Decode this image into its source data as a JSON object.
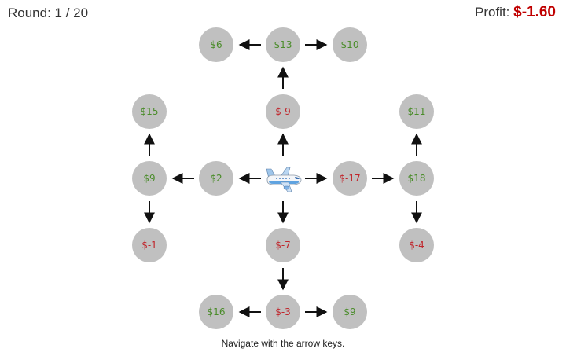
{
  "header": {
    "round_label": "Round: 1 / 20",
    "profit_label": "Profit: ",
    "profit_value": "$-1.60"
  },
  "colors": {
    "node_fill": "#c0c0c0",
    "positive_text": "#4a8c2a",
    "negative_text": "#c0262c",
    "profit_value": "#c00000"
  },
  "nodes": {
    "top_left": "$6",
    "top_center": "$13",
    "top_right": "$10",
    "upper_left": "$15",
    "upper_center": "$-9",
    "upper_right": "$11",
    "far_left": "$9",
    "left": "$2",
    "right": "$-17",
    "far_right": "$18",
    "lower_left": "$-1",
    "lower_center": "$-7",
    "lower_right": "$-4",
    "bottom_left": "$16",
    "bottom_center": "$-3",
    "bottom_right": "$9"
  },
  "player_icon": "airplane-icon",
  "footer": {
    "instruction": "Navigate with the arrow keys."
  }
}
